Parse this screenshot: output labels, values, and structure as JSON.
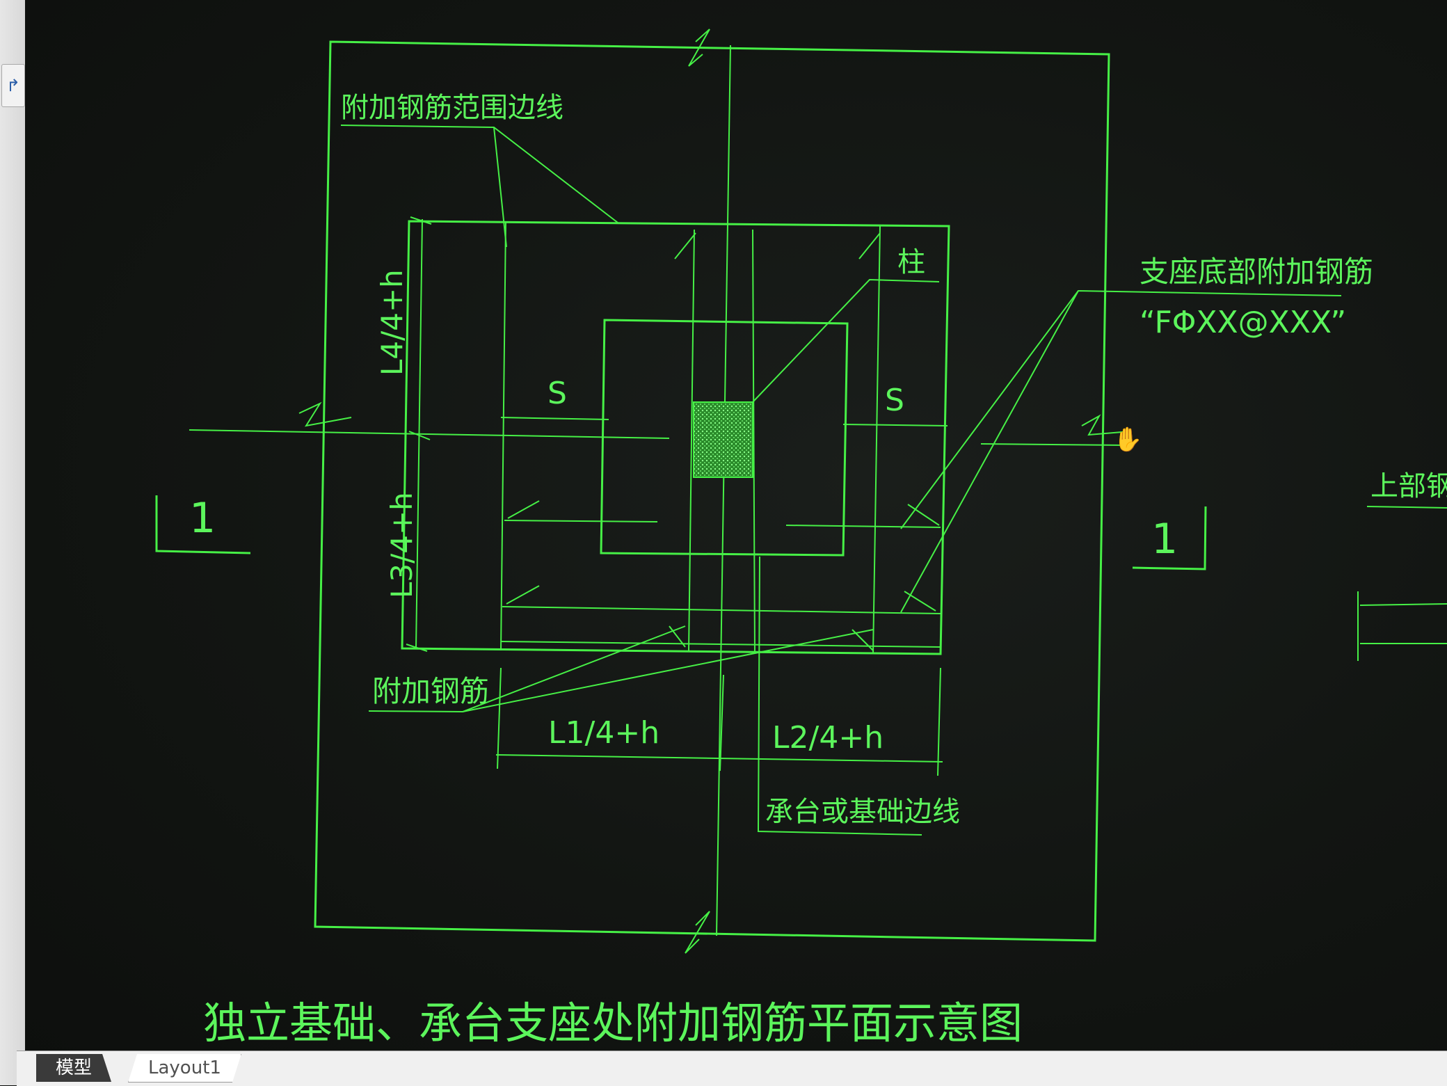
{
  "drawing": {
    "title": "独立基础、承台支座处附加钢筋平面示意图",
    "labels": {
      "range_line": "附加钢筋范围边线",
      "column": "柱",
      "support_bottom_rebar": "支座底部附加钢筋",
      "rebar_spec": "“FΦXX@XXX”",
      "s_left": "S",
      "s_right": "S",
      "dim_top": "L4/4+h",
      "dim_bottom": "L3/4+h",
      "dim_left": "L1/4+h",
      "dim_right": "L2/4+h",
      "additional_rebar": "附加钢筋",
      "foundation_edge": "承台或基础边线",
      "section_left": "1",
      "section_right": "1",
      "upper_rebar": "上部钢筋"
    }
  },
  "tabs": {
    "model": "模型",
    "layout": "Layout1"
  },
  "colors": {
    "cad_line": "#46f046",
    "background": "#121512"
  }
}
